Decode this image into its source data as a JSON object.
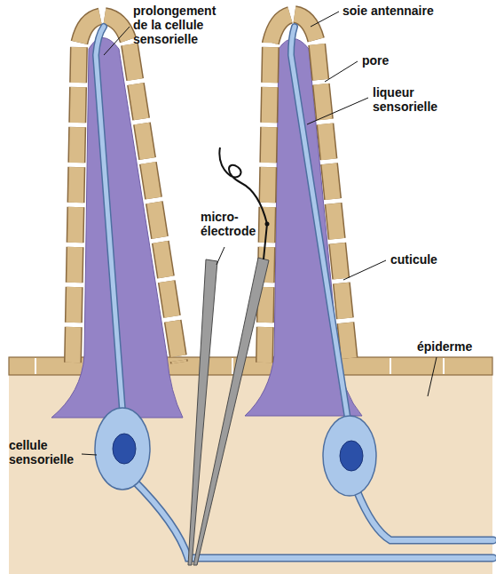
{
  "diagram": {
    "labels": [
      "prolongement de la cellule sensorielle",
      "soie antennaire",
      "pore",
      "liqueur sensorielle",
      "micro-électrode",
      "cuticule",
      "épiderme",
      "cellule sensorielle"
    ]
  }
}
